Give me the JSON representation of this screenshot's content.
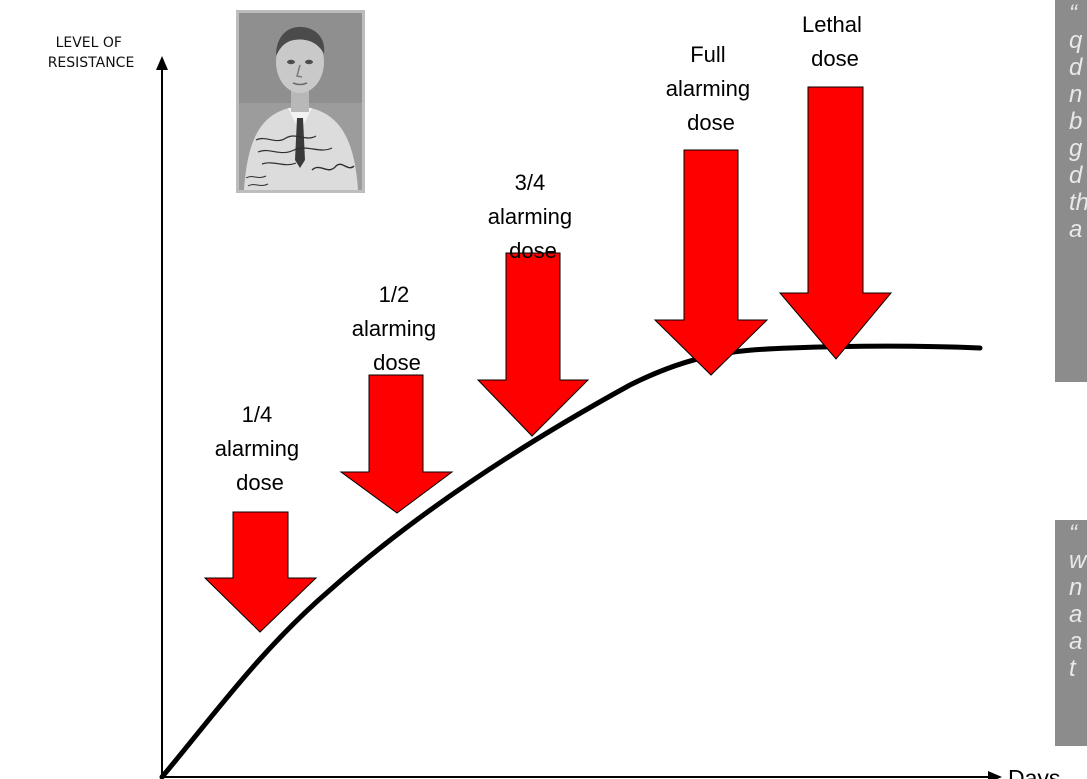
{
  "axes": {
    "y_label_lines": [
      "LEVEL OF",
      "RESISTANCE"
    ],
    "x_label": "Days"
  },
  "doses": [
    {
      "label_lines": [
        "1/4",
        "alarming",
        "dose"
      ],
      "level": 0.25
    },
    {
      "label_lines": [
        "1/2",
        "alarming",
        "dose"
      ],
      "level": 0.5
    },
    {
      "label_lines": [
        "3/4",
        "alarming",
        "dose"
      ],
      "level": 0.75
    },
    {
      "label_lines": [
        "Full",
        "alarming",
        "dose"
      ],
      "level": 1.0
    },
    {
      "label_lines": [
        "Lethal",
        "dose"
      ],
      "level": null
    }
  ],
  "quotes": [
    {
      "lines": [
        "“",
        "q",
        "d",
        "n",
        "b",
        "g",
        "d",
        "th",
        "a"
      ]
    },
    {
      "lines": [
        "“",
        "w",
        "n",
        "a",
        "a",
        "t"
      ]
    }
  ],
  "portrait": {
    "description": "signed-portrait"
  },
  "colors": {
    "arrow_fill": "#ff0000",
    "arrow_stroke": "#000000",
    "curve": "#000000",
    "quote_background": "#8c8c8c",
    "quote_text": "#e9e9e9"
  }
}
